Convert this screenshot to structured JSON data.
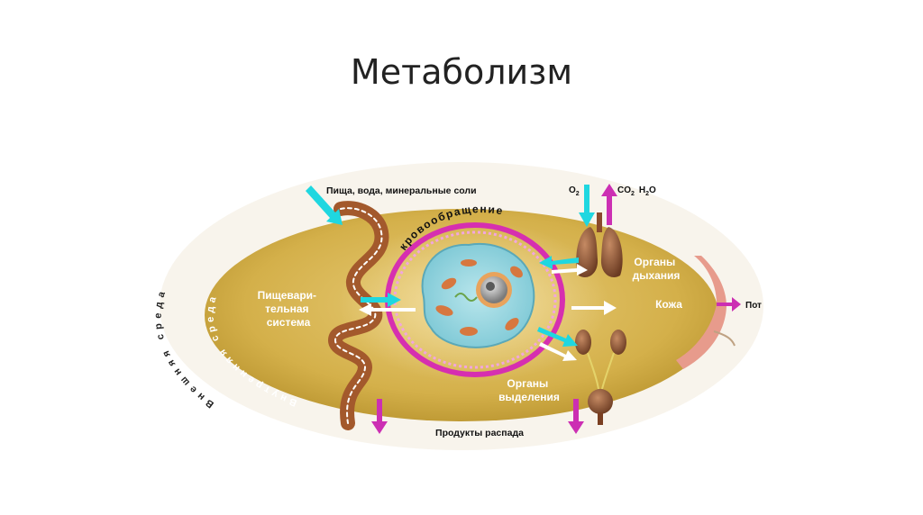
{
  "title": "Метаболизм",
  "diagram": {
    "top_input": "Пища, вода, минеральные соли",
    "o2": "O",
    "o2_sub": "2",
    "co2": "CO",
    "co2_sub": "2",
    "h2o_h": "H",
    "h2o_sub": "2",
    "h2o_o": "O",
    "outer_env": "Внешняя среда",
    "inner_env": "Внутренняя среда",
    "circulation": "кровообращение",
    "digestive": [
      "Пищевари-",
      "тельная",
      "система"
    ],
    "respiratory": [
      "Органы",
      "дыхания"
    ],
    "skin": "Кожа",
    "sweat": "Пот",
    "excretory": [
      "Органы",
      "выделения"
    ],
    "decay": "Продукты распада"
  },
  "colors": {
    "ellipse": "#d4b04a",
    "ring": "#d62fb0",
    "arrow_in": "#1fd7e0",
    "arrow_out": "#cc2fb3",
    "arrow_internal": "#ffffff",
    "text_light": "#ffffff",
    "text_dark": "#111111"
  }
}
